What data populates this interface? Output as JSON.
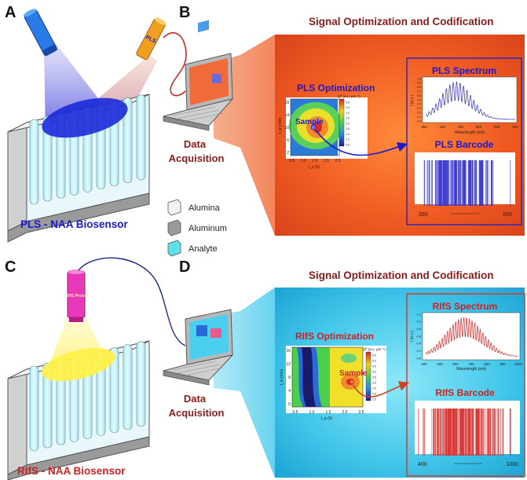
{
  "panel_letters": {
    "a": "A",
    "b": "B",
    "c": "C",
    "d": "D"
  },
  "top": {
    "section_title": "Signal Optimization and Codification",
    "probe_left": "",
    "probe_right": "PLS",
    "sensor_title": "PLS - NAA Biosensor",
    "data_line1": "Data",
    "data_line2": "Acquisition",
    "optimization_title": "PLS Optimization",
    "sample_label": "Sample",
    "contour": {
      "y_axis_label": "t_w (min)",
      "x_axis_label": "t_p (h)",
      "y_ticks": [
        "18",
        "14",
        "10",
        "6",
        "2"
      ],
      "x_ticks": [
        "0.5",
        "1.0",
        "1.5",
        "2.0",
        "2.5"
      ],
      "colorbar_title": "Qᴾ (a.u. µm⁻¹)",
      "colorbar_ticks": [
        "3.8",
        "3.4",
        "3.0",
        "2.6",
        "2.2",
        "1.8",
        "1.4",
        "1.0",
        "0.6"
      ]
    },
    "spectrum": {
      "title": "PLS Spectrum",
      "ylabel": "I (a.u.)",
      "xlabel": "Wavelength (nm)",
      "y_ticks": [
        "1.0",
        "0.9",
        "0.8",
        "0.7",
        "0.6",
        "0.5",
        "0.4",
        "0.3",
        "0.2",
        "0.1",
        "0.0"
      ],
      "x_ticks": [
        "350",
        "400",
        "450",
        "500",
        "550",
        "600"
      ]
    },
    "barcode": {
      "title": "PLS Barcode",
      "left_label": "350",
      "right_label": "600"
    }
  },
  "legend": {
    "items": [
      {
        "label": "Alumina",
        "color": "#f2f2f2"
      },
      {
        "label": "Aluminum",
        "color": "#9a9a9a"
      },
      {
        "label": "Analyte",
        "color": "#5ee0ea"
      }
    ]
  },
  "bottom": {
    "section_title": "Signal Optimization and Codification",
    "probe_label": "RIfS Probe",
    "sensor_title": "RIfS - NAA Biosensor",
    "data_line1": "Data",
    "data_line2": "Acquisition",
    "optimization_title": "RIfS Optimization",
    "sample_label": "Sample",
    "contour": {
      "y_axis_label": "t_w (min)",
      "x_axis_label": "t_p (h)",
      "y_ticks": [
        "16",
        "12",
        "8",
        "4",
        "0"
      ],
      "x_ticks": [
        "0.5",
        "1.0",
        "1.5",
        "2.0",
        "2.5"
      ],
      "colorbar_title": "Qᴿ (a.u. µm⁻¹)",
      "colorbar_ticks": [
        "5.5",
        "5.0",
        "4.5",
        "4.0",
        "3.5",
        "3.0",
        "2.5",
        "2.0",
        "1.5"
      ]
    },
    "spectrum": {
      "title": "RIfS Spectrum",
      "ylabel": "I (a.u.)",
      "xlabel": "Wavelength (nm)",
      "y_ticks": [
        "1.2",
        "1.0",
        "0.8",
        "0.6",
        "0.4",
        "0.2",
        "0.0"
      ],
      "x_ticks": [
        "400",
        "500",
        "600",
        "700",
        "800",
        "900",
        "1000"
      ]
    },
    "barcode": {
      "title": "RIfS Barcode",
      "left_label": "400",
      "right_label": "1000"
    }
  },
  "colors": {
    "title_red": "#8b1a1a",
    "pls_blue": "#1a1acc",
    "rifs_red": "#cc2222",
    "top_panel": "#f05a22",
    "bottom_panel": "#38c8ea"
  }
}
